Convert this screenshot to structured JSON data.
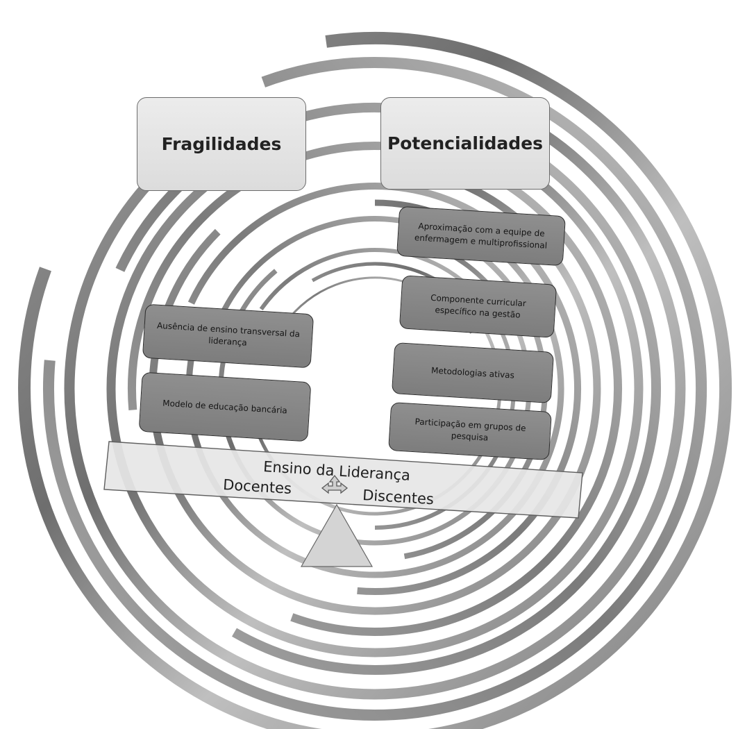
{
  "headers": {
    "fragilidades": "Fragilidades",
    "potencialidades": "Potencialidades"
  },
  "fragilidades_items": [
    "Ausência de ensino transversal da liderança",
    "Modelo de educação bancária"
  ],
  "potencialidades_items": [
    "Aproximação com a equipe de enfermagem e multiprofissional",
    "Componente curricular específico na gestão",
    "Metodologias ativas",
    "Participação em grupos de pesquisa"
  ],
  "balance": {
    "title": "Ensino da Liderança",
    "left_label": "Docentes",
    "right_label": "Discentes"
  },
  "colors": {
    "item_fill": "#878787",
    "header_fill": "#e3e3e3",
    "beam_fill": "#e6e6e6",
    "arc_dark": "#777777",
    "arc_light": "#bdbdbd"
  },
  "icons": {
    "pivot": "triangle-fulcrum-icon",
    "arrows": "three-way-arrow-icon"
  }
}
